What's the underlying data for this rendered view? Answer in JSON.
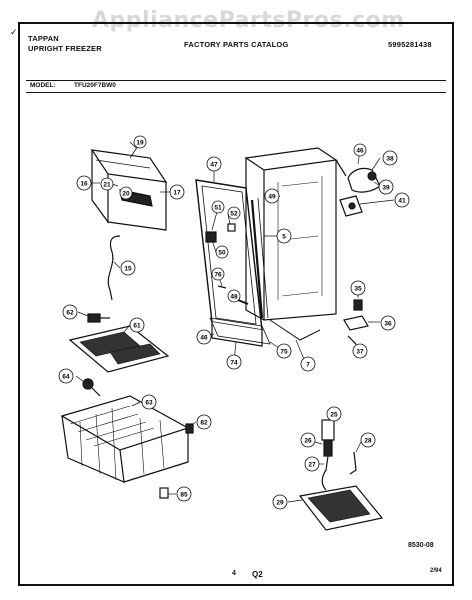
{
  "watermark": "AppliancePartsPros.com",
  "header": {
    "brand": "TAPPAN",
    "product": "UPRIGHT FREEZER",
    "catalog": "FACTORY PARTS CATALOG",
    "doc_number": "5995281438"
  },
  "model": {
    "label": "MODEL:",
    "value": "TFU20F7BW0"
  },
  "footer": {
    "drawing_code": "8530-08",
    "page_number": "4",
    "section": "Q2",
    "date": "2/94"
  },
  "callouts": [
    "19",
    "16",
    "21",
    "20",
    "17",
    "15",
    "62",
    "61",
    "64",
    "63",
    "82",
    "85",
    "47",
    "51",
    "52",
    "50",
    "76",
    "48",
    "46",
    "49",
    "5",
    "74",
    "75",
    "7",
    "46",
    "38",
    "39",
    "41",
    "35",
    "36",
    "37",
    "25",
    "26",
    "28",
    "27",
    "29"
  ]
}
